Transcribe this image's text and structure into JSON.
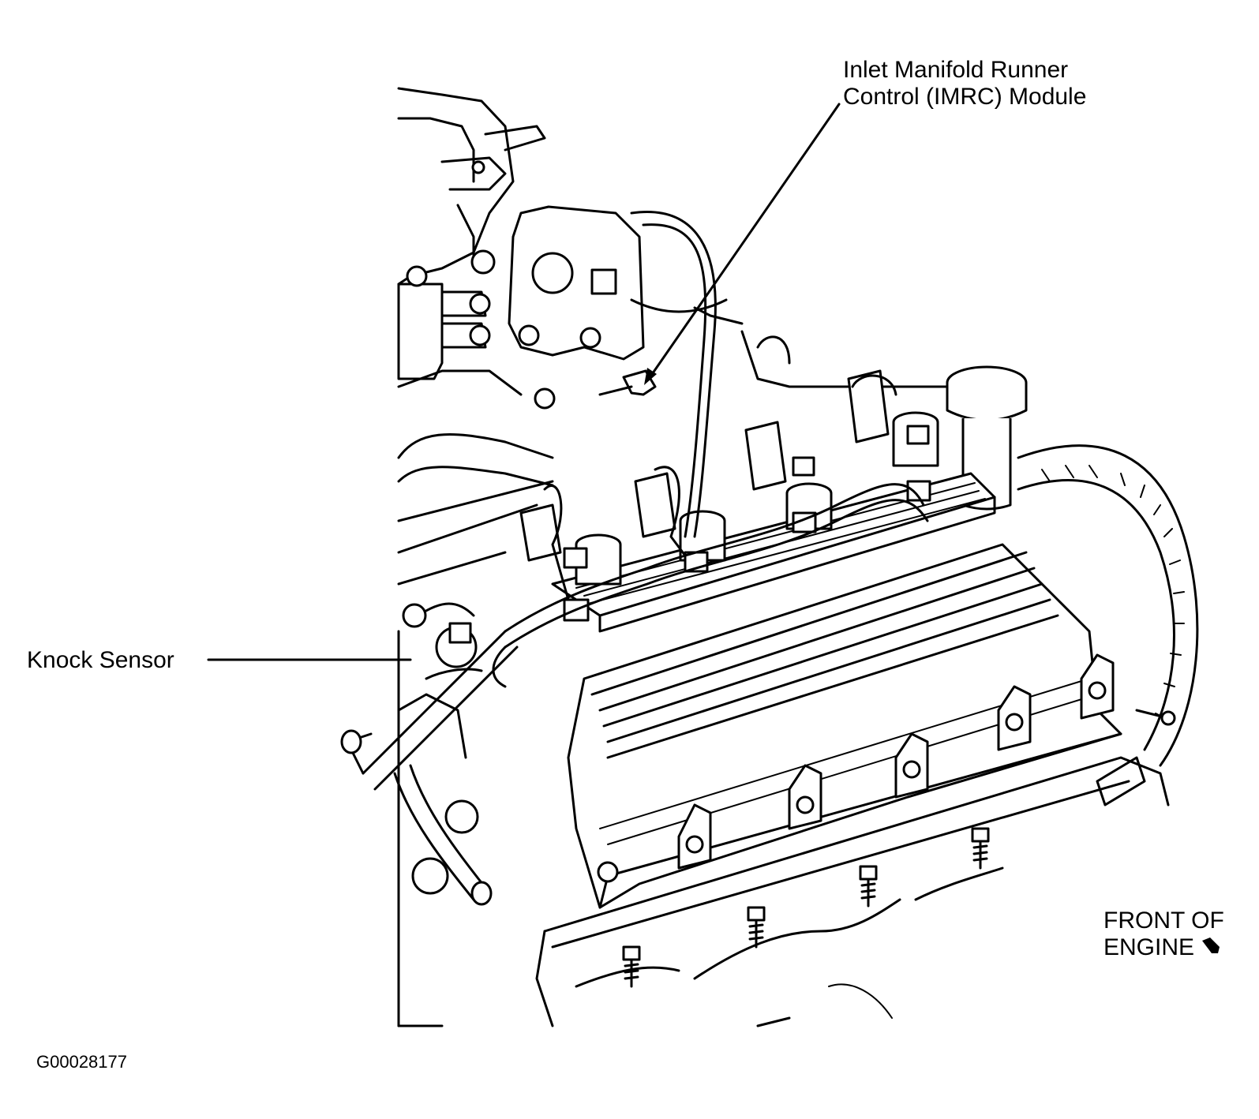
{
  "labels": {
    "imrc_line1": "Inlet Manifold Runner",
    "imrc_line2": "Control (IMRC) Module",
    "knock_sensor": "Knock Sensor",
    "front_line1": "FRONT OF",
    "front_line2": "ENGINE",
    "figure_code": "G00028177"
  },
  "icons": {
    "front_arrow": "arrow-down-right-icon"
  },
  "colors": {
    "line": "#000000",
    "background": "#ffffff"
  }
}
